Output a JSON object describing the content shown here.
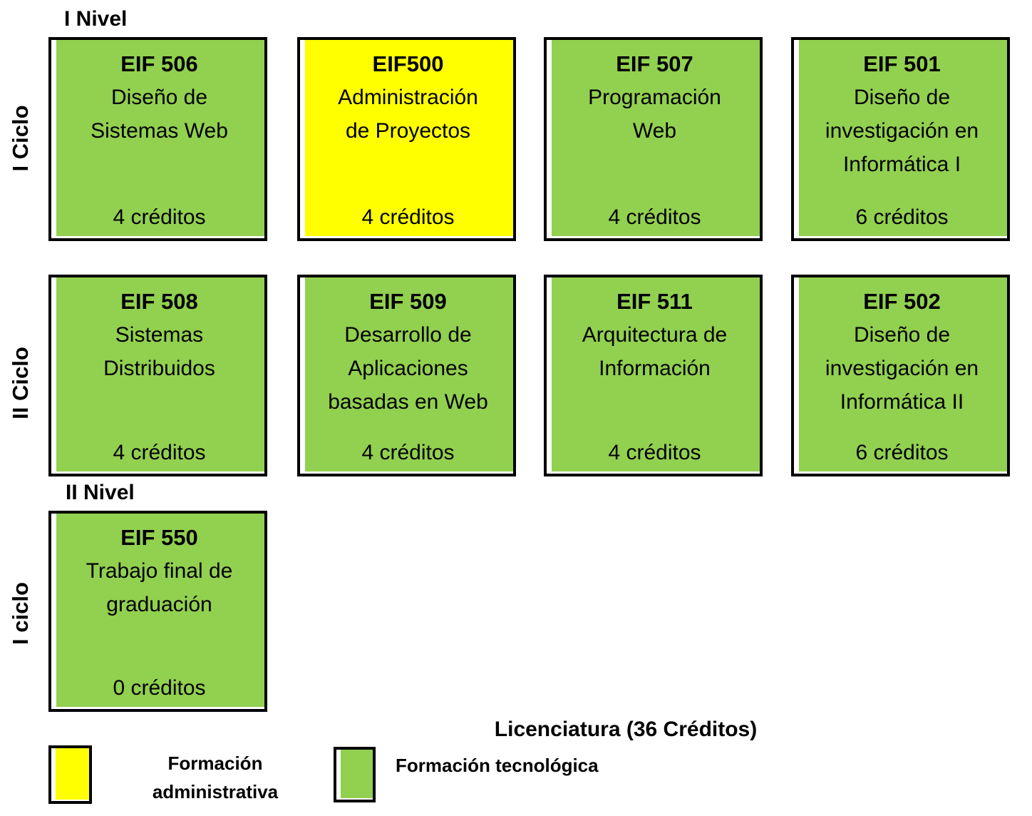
{
  "diagram_title": "Licenciatura (36 Créditos)",
  "colors": {
    "tecnologica": "#92D050",
    "administrativa": "#FFFF00",
    "border": "#000000",
    "background": "#FFFFFF"
  },
  "headings": {
    "level1": "I Nivel",
    "level2": "II Nivel"
  },
  "cycles": {
    "row1": "I Ciclo",
    "row2": "II Ciclo",
    "row3": "I ciclo"
  },
  "courses": {
    "row1": [
      {
        "code": "EIF 506",
        "name": "Diseño de\nSistemas Web",
        "credits": "4 créditos",
        "category": "tecnologica"
      },
      {
        "code": "EIF500",
        "name": "Administración\nde Proyectos",
        "credits": "4 créditos",
        "category": "administrativa"
      },
      {
        "code": "EIF 507",
        "name": "Programación\nWeb",
        "credits": "4 créditos",
        "category": "tecnologica"
      },
      {
        "code": "EIF 501",
        "name": "Diseño de\ninvestigación en\nInformática I",
        "credits": "6 créditos",
        "category": "tecnologica"
      }
    ],
    "row2": [
      {
        "code": "EIF 508",
        "name": "Sistemas\nDistribuidos",
        "credits": "4 créditos",
        "category": "tecnologica"
      },
      {
        "code": "EIF 509",
        "name": "Desarrollo de\nAplicaciones\nbasadas en Web",
        "credits": "4 créditos",
        "category": "tecnologica"
      },
      {
        "code": "EIF 511",
        "name": "Arquitectura de\nInformación",
        "credits": "4 créditos",
        "category": "tecnologica"
      },
      {
        "code": "EIF 502",
        "name": "Diseño de\ninvestigación en\nInformática II",
        "credits": "6 créditos",
        "category": "tecnologica"
      }
    ],
    "row3": [
      {
        "code": "EIF 550",
        "name": "Trabajo final de\ngraduación",
        "credits": "0 créditos",
        "category": "tecnologica"
      }
    ]
  },
  "legend": {
    "administrativa": {
      "label": "Formación\nadministrativa",
      "color": "#FFFF00"
    },
    "tecnologica": {
      "label": "Formación tecnológica",
      "color": "#92D050"
    }
  }
}
